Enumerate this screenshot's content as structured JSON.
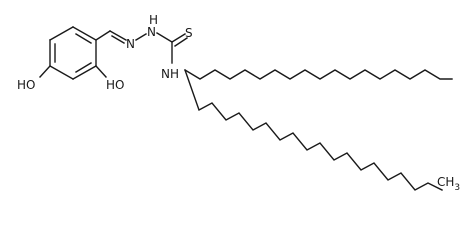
{
  "structure": {
    "atoms": {
      "hydroxyl_para": "HO",
      "hydroxyl_ortho": "HO",
      "hydrazone_n1": "N",
      "hydrazone_n2": "N",
      "hydrazine_h": "H",
      "thione_s": "S",
      "amide_nh": "NH",
      "terminal_ch3": "CH",
      "terminal_ch3_sub": "3"
    }
  }
}
